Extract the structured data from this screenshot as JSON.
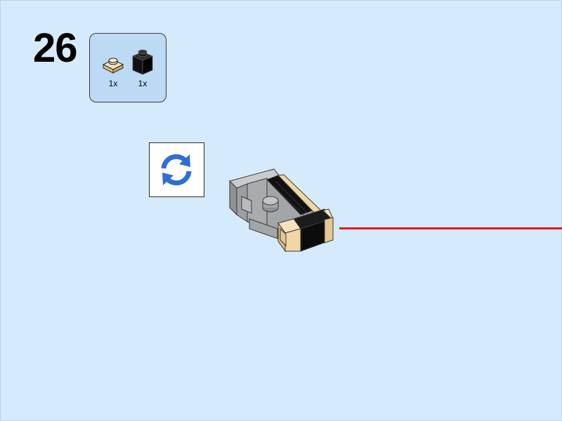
{
  "step": {
    "number": "26"
  },
  "parts_list": [
    {
      "part": "tan-plate-1x1-icon",
      "color": "#f1d6a6",
      "quantity": "1x"
    },
    {
      "part": "black-brick-1x1-icon",
      "color": "#0d0d0d",
      "quantity": "1x"
    }
  ],
  "rotate_callout": {
    "icon": "rotate-icon",
    "color": "#2f6fd0"
  },
  "colors": {
    "background": "#d5ebfb",
    "parts_box": "#bcdaf4",
    "guide_line": "#e8141b",
    "gray_brick": "#a3a6a8",
    "tan": "#f1d6a6"
  }
}
